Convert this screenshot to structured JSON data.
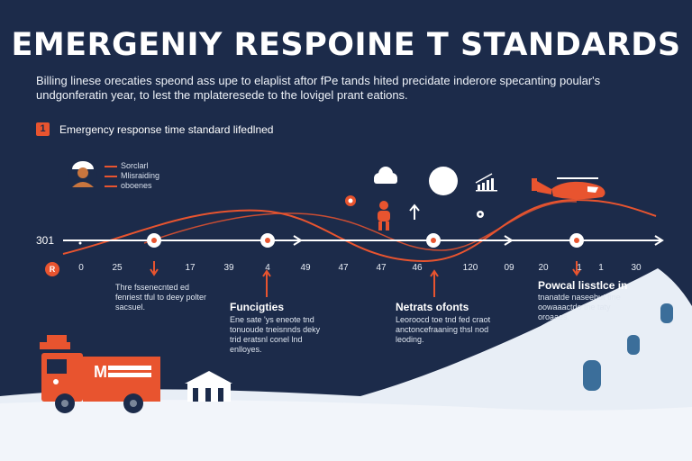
{
  "title": "EMERGENIY RESPOINE T STANDARDS",
  "subtitle": "Billing linese orecaties speond ass upe to elaplist aftor fPe tands hited precidate inderore specanting poular's undgonferatin year, to lest the mplateresede to the lovigel prant eations.",
  "step": {
    "number": "1",
    "label": "Emergency response time standard lifedlned"
  },
  "legend": [
    "Sorclarl",
    "Mlisraiding",
    "oboenes"
  ],
  "axis": {
    "left_label": "301",
    "start_badge": "R"
  },
  "ticks": [
    "0",
    "25",
    "17",
    "39",
    "4",
    "49",
    "47",
    "47",
    "46",
    "120",
    "09",
    "20",
    "1",
    "1",
    "30"
  ],
  "notes": [
    {
      "text": "Thre fssenecnted ed fenriest tful to deey polter sacsuel."
    },
    {
      "heading": "Funcigties",
      "text": "Ene sate 'ys eneote tnd tonuoude tneisnnds deky trid eratsnl conel lnd enlloyes."
    },
    {
      "heading": "Netrats ofonts",
      "text": "Leoroocd toe tnd fed craot anctoncefraaning thsl nod leoding."
    },
    {
      "heading": "Powcal lisstlce in",
      "text": "tnanatde naseebut tine oowaaactdo tne taty oroaaes."
    }
  ],
  "truck_label": "M",
  "colors": {
    "background": "#1c2b4a",
    "accent": "#e8542f",
    "snow": "#e8eef6",
    "white": "#ffffff"
  }
}
